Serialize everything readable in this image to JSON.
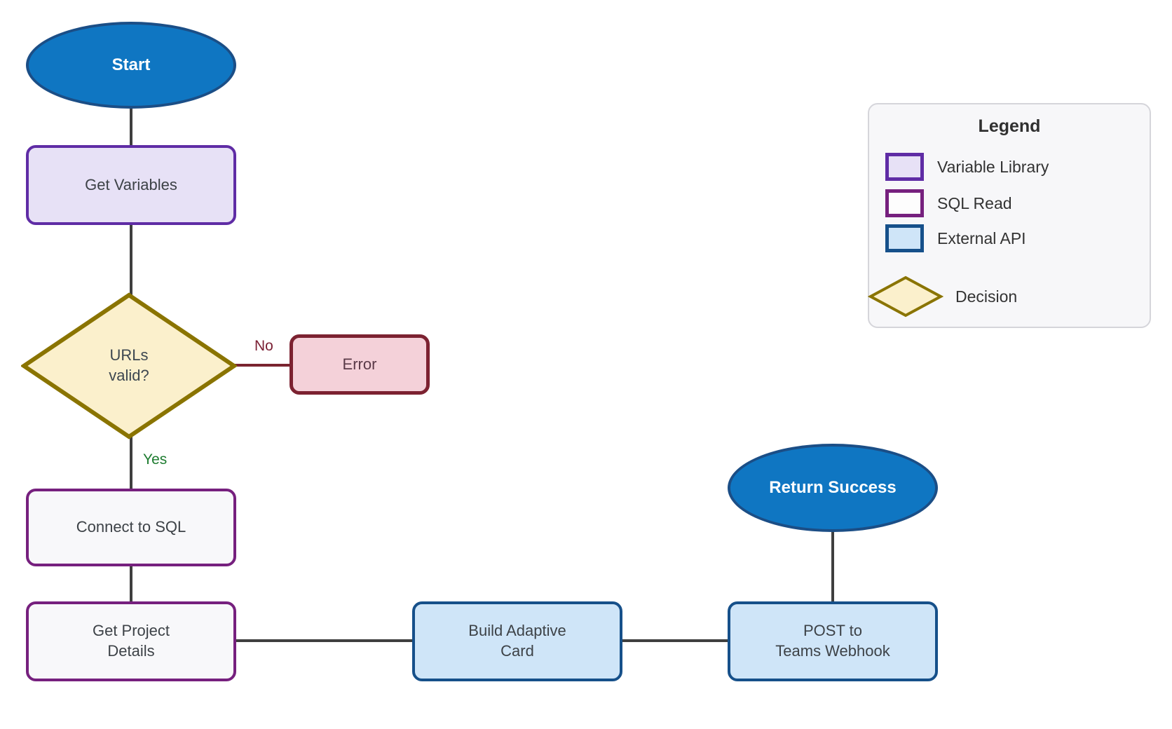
{
  "diagram": {
    "nodes": {
      "start": {
        "label": "Start",
        "type": "terminator"
      },
      "get_variables": {
        "label": "Get Variables",
        "type": "variable-library"
      },
      "urls_valid": {
        "label": "URLs\nvalid?",
        "type": "decision"
      },
      "error": {
        "label": "Error",
        "type": "error"
      },
      "connect_sql": {
        "label": "Connect to SQL",
        "type": "sql-read"
      },
      "get_project_details": {
        "label": "Get Project\nDetails",
        "type": "sql-read"
      },
      "build_adaptive_card": {
        "label": "Build Adaptive\nCard",
        "type": "external-api"
      },
      "post_teams_webhook": {
        "label": "POST to\nTeams Webhook",
        "type": "external-api"
      },
      "return_success": {
        "label": "Return Success",
        "type": "terminator"
      }
    },
    "edge_labels": {
      "yes": "Yes",
      "no": "No"
    }
  },
  "legend": {
    "title": "Legend",
    "items": [
      {
        "label": "Variable Library",
        "swatch": "rect",
        "fill": "#E7E1F6",
        "border": "#5F2CA5"
      },
      {
        "label": "SQL Read",
        "swatch": "rect",
        "fill": "#FDFDFD",
        "border": "#76207E"
      },
      {
        "label": "External API",
        "swatch": "rect",
        "fill": "#CFE5F8",
        "border": "#16508A"
      },
      {
        "label": "Decision",
        "swatch": "diamond",
        "fill": "#FBF0CC",
        "border": "#8A7400"
      }
    ]
  },
  "palette": {
    "terminator_fill": "#0F76C2",
    "terminator_border": "#1B4E86",
    "decision_fill": "#FBF0CC",
    "decision_border": "#8A7400",
    "error_fill": "#F4D1D9",
    "error_border": "#7C2231",
    "connector": "#3F3F3F",
    "connector_no": "#7A2430",
    "yes_label": "#1E7C30",
    "no_label": "#7A1F33",
    "legend_bg": "#F7F7F9"
  }
}
